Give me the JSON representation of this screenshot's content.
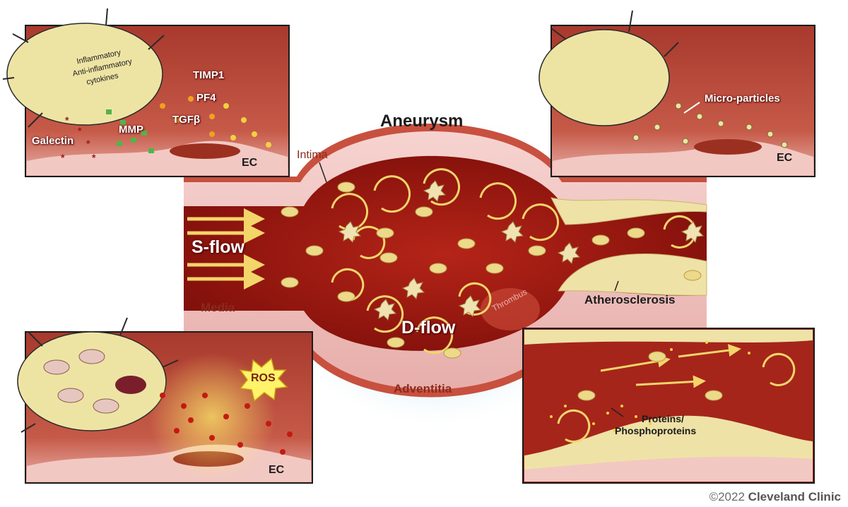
{
  "colors": {
    "vessel_wall": "#f0c4c0",
    "blood": "#a31d14",
    "blood_dark": "#7e0f0a",
    "platelet": "#ecd98a",
    "cell_fill": "#ede4a4",
    "inset_bg": "#b84a3c",
    "inset_border": "#1a1a1a",
    "arrow": "#f3d56a",
    "mmp_green": "#4fb548",
    "galectin_red": "#9e1a16",
    "plaque": "#efe2a6"
  },
  "labels": {
    "aneurysm": "Aneurysm",
    "intima": "Intima",
    "media": "Media",
    "adventitia": "Adventitia",
    "s_flow": "S-flow",
    "d_flow": "D-flow",
    "thrombus": "Thrombus",
    "atherosclerosis": "Atherosclerosis"
  },
  "insets": {
    "top_left": {
      "cytokines_line1": "Inflammatory",
      "cytokines_line2": "Anti-inflammatory",
      "cytokines_line3": "cytokines",
      "timp1": "TIMP1",
      "pf4": "PF4",
      "tgfb": "TGFβ",
      "mmp": "MMP",
      "galectin": "Galectin",
      "ec": "EC"
    },
    "top_right": {
      "microparticles": "Micro-particles",
      "ec": "EC"
    },
    "bottom_left": {
      "ros": "ROS",
      "ec": "EC"
    },
    "bottom_right": {
      "proteins_line1": "Proteins/",
      "proteins_line2": "Phosphoproteins"
    }
  },
  "copyright": {
    "symbol_year": "©2022",
    "org": "Cleveland Clinic"
  }
}
